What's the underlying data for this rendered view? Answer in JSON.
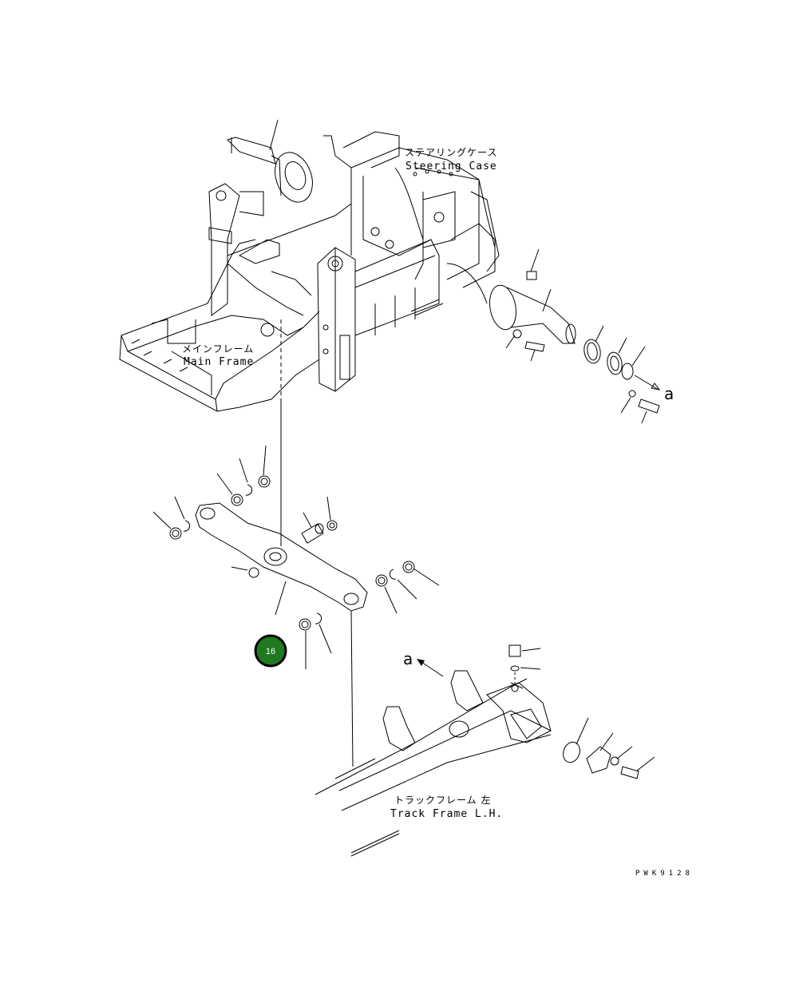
{
  "labels": {
    "steering_case_jp": "ステアリングケース",
    "steering_case_en": "Steering Case",
    "main_frame_jp": "メインフレーム",
    "main_frame_en": "Main Frame",
    "track_frame_jp": "トラックフレーム 左",
    "track_frame_en": "Track Frame L.H.",
    "ref_a_upper": "a",
    "ref_a_lower": "a",
    "drawing_code": "PWK9128"
  },
  "callout": {
    "number": "16",
    "fill_color": "#1f7a1f",
    "ring_color": "#000000"
  }
}
